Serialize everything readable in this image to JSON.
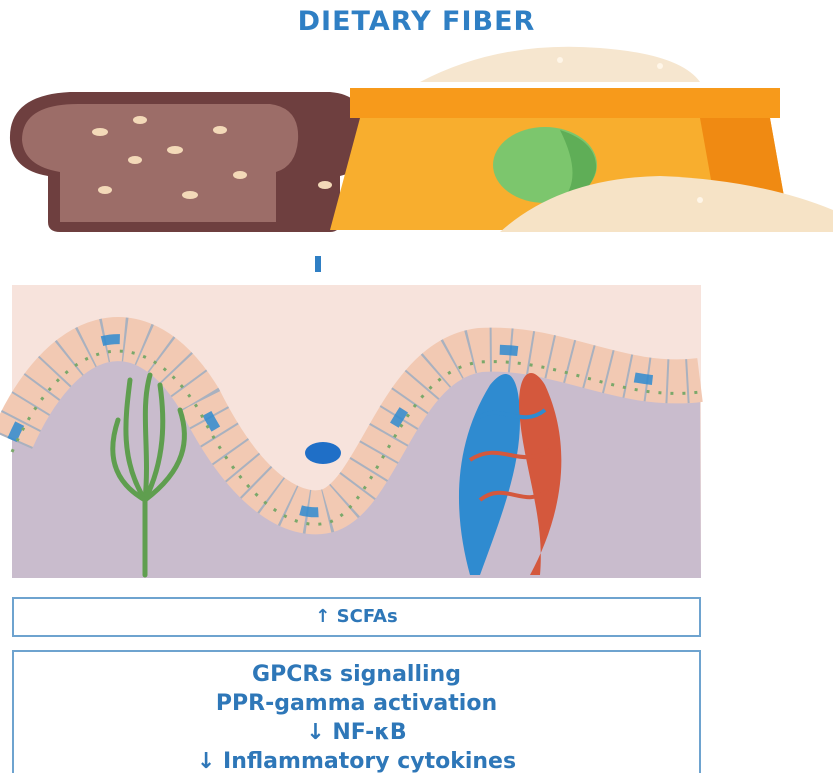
{
  "title": "DIETARY FIBER",
  "scfa_label": "↑ SCFAs",
  "effects": [
    "GPCRs signalling",
    "PPR-gamma activation",
    "↓ NF-κB",
    "↓ Inflammatory cytokines"
  ],
  "colors": {
    "title": "#2f7fc4",
    "box_border": "#6ea3cf",
    "box_text": "#2e77b8",
    "bread": "#8a5a55",
    "bag": "#f7a823",
    "tissue": "#c9bccd",
    "epithelium": "#f2c9b3",
    "lacteal": "#6ea35a",
    "artery": "#d4583d",
    "vein": "#2f8bd0"
  }
}
